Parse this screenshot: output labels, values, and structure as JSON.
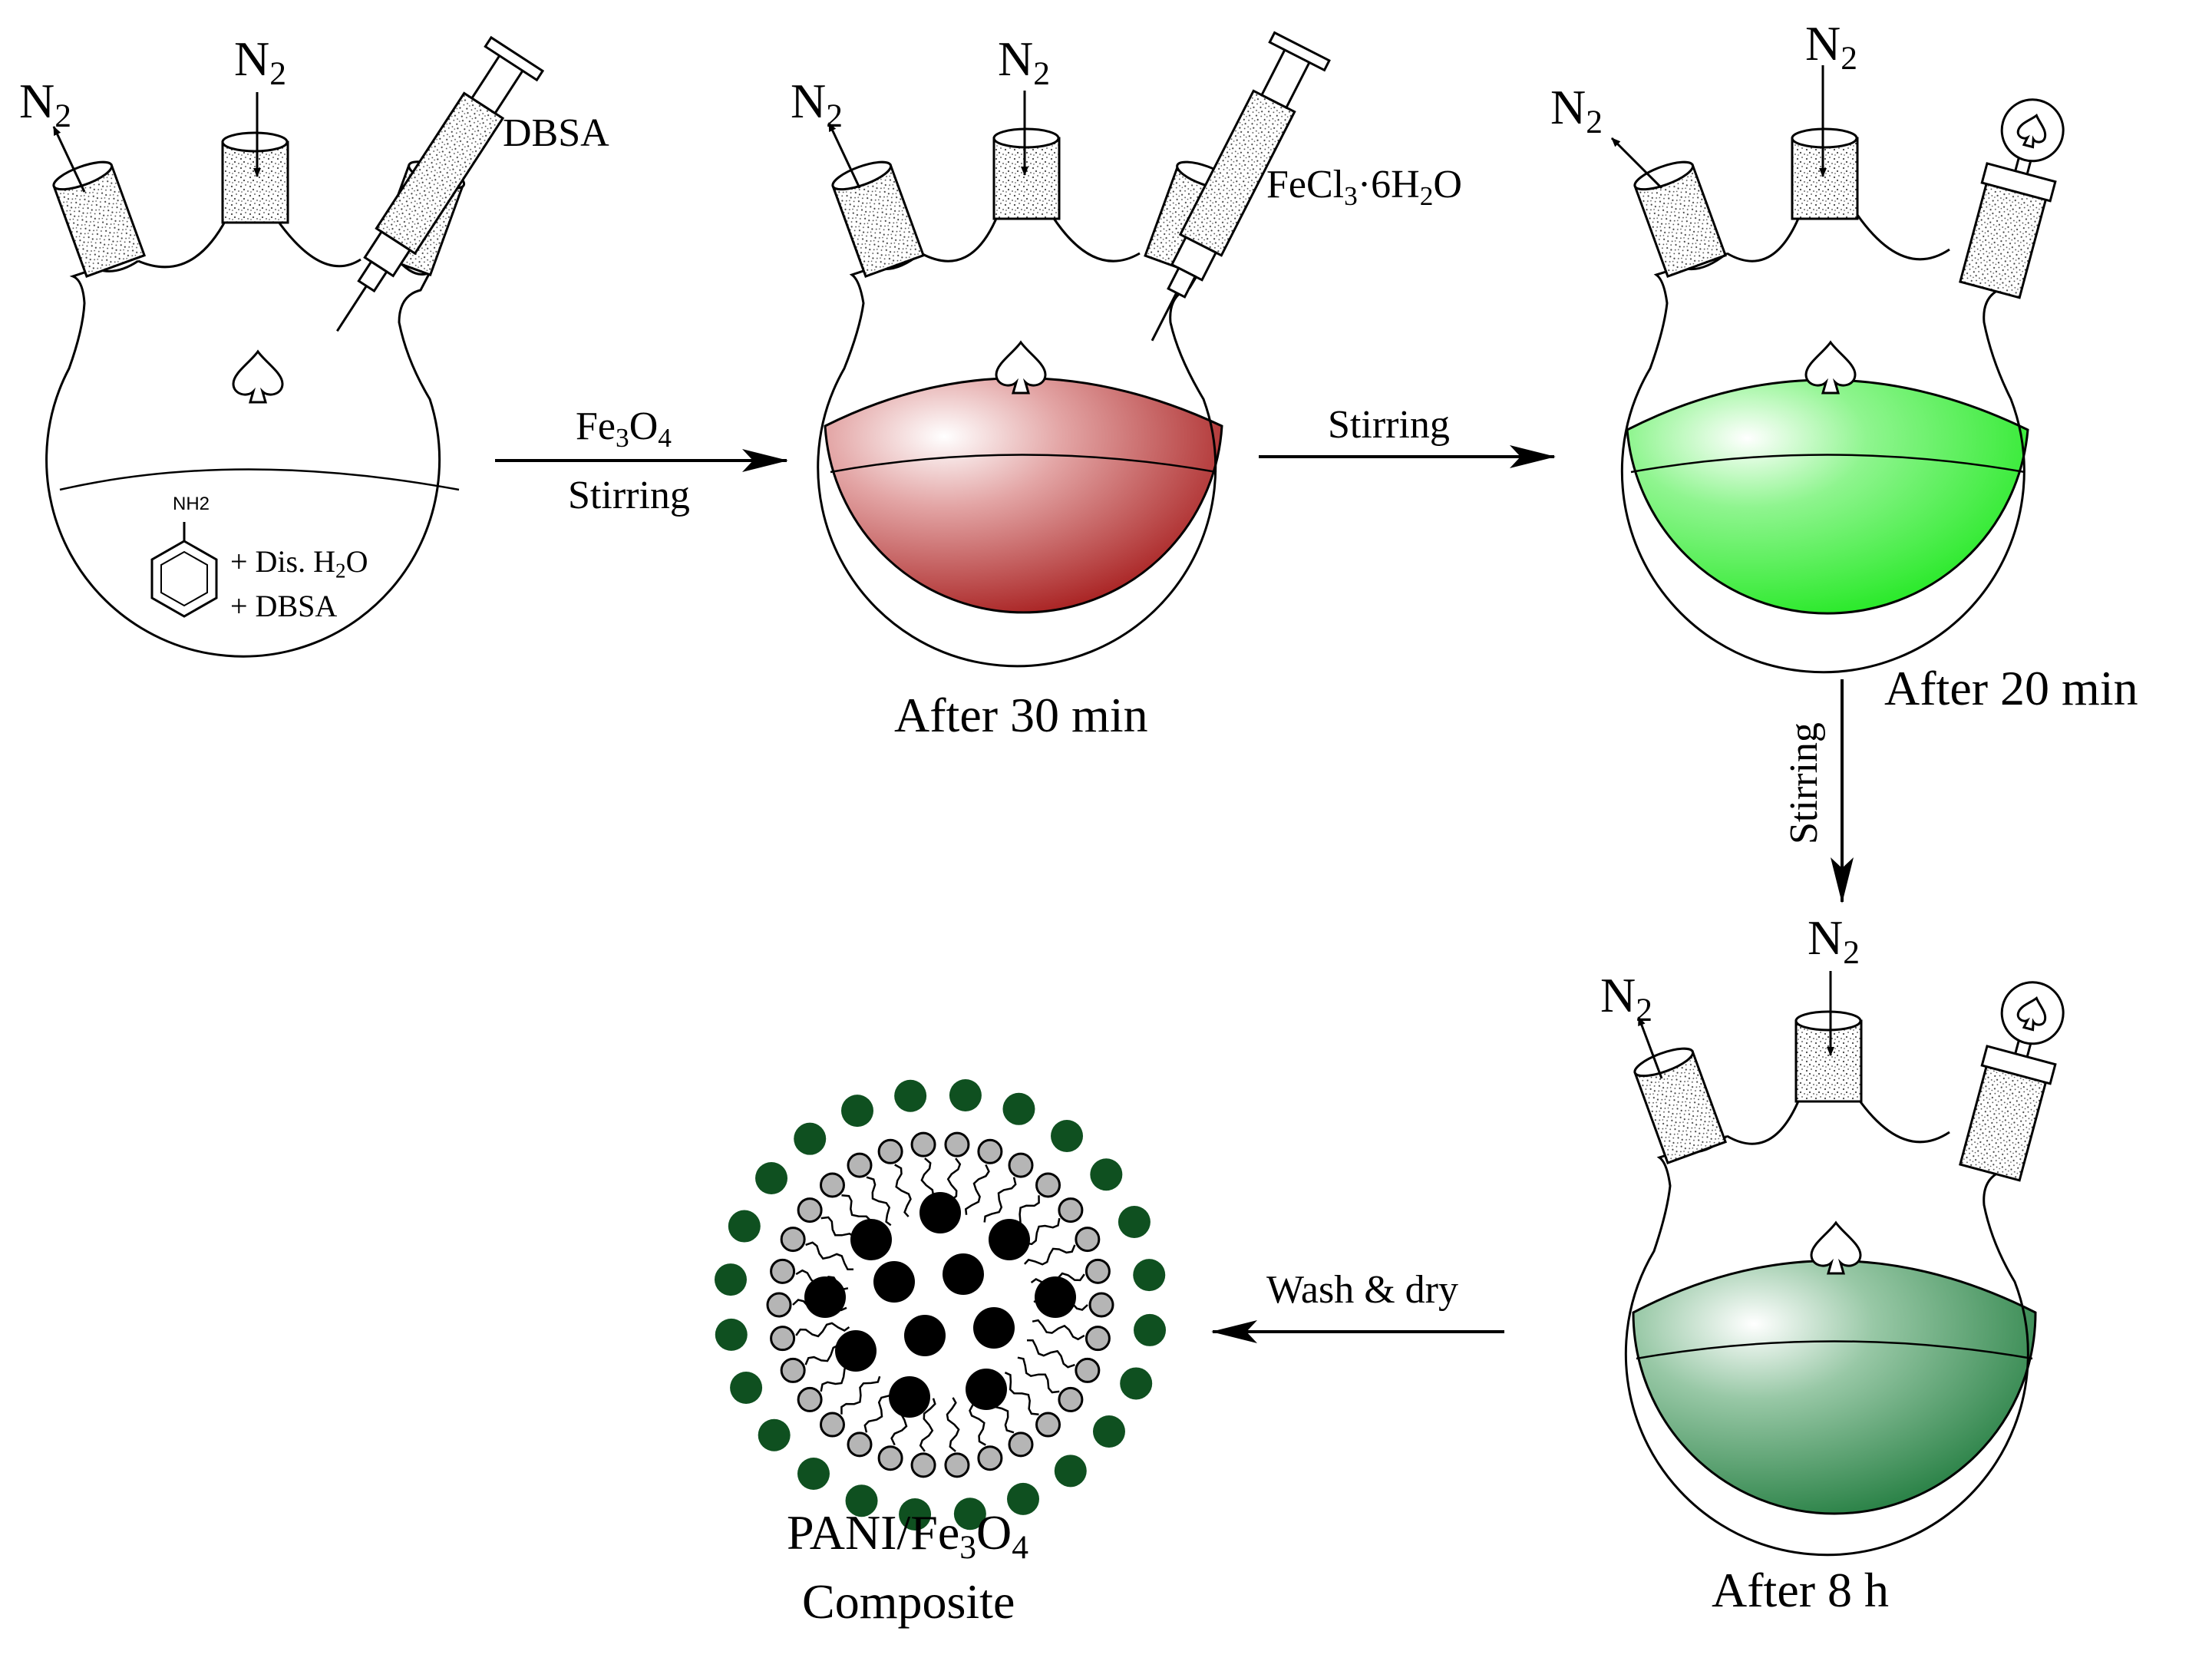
{
  "colors": {
    "line": "#000000",
    "red_solution": "#a31515",
    "bright_green_solution": "#1ee81e",
    "dark_green_solution": "#1e7a3c",
    "shell_dark_green": "#0f5020",
    "surfactant_grey": "#b5b5b5",
    "core_black": "#000000"
  },
  "labels": {
    "n2": "N",
    "n2_sub": "2",
    "dbsa_syringe": "DBSA",
    "fecl3_pre": "FeCl",
    "fecl3_sub1": "3",
    "fecl3_mid": "·6H",
    "fecl3_sub2": "2",
    "fecl3_post": "O",
    "nh2": "NH2",
    "dis_pre": "+ Dis. H",
    "dis_sub": "2",
    "dis_post": "O",
    "plus_dbsa": "+ DBSA",
    "fe_pre": "Fe",
    "fe_sub1": "3",
    "fe_mid": "O",
    "fe_sub2": "4",
    "stirring": "Stirring",
    "after_30": "After 30 min",
    "after_20": "After 20 min",
    "after_8h": "After 8 h",
    "wash": "Wash & dry",
    "pani_pre": "PANI/Fe",
    "pani_sub1": "3",
    "pani_mid": "O",
    "pani_sub2": "4",
    "composite": "Composite"
  },
  "icons": [
    "three-neck-flask-icon",
    "syringe-icon",
    "stir-bar-icon",
    "stopper-icon",
    "benzene-ring-icon",
    "micelle-icon",
    "arrow-icon"
  ]
}
